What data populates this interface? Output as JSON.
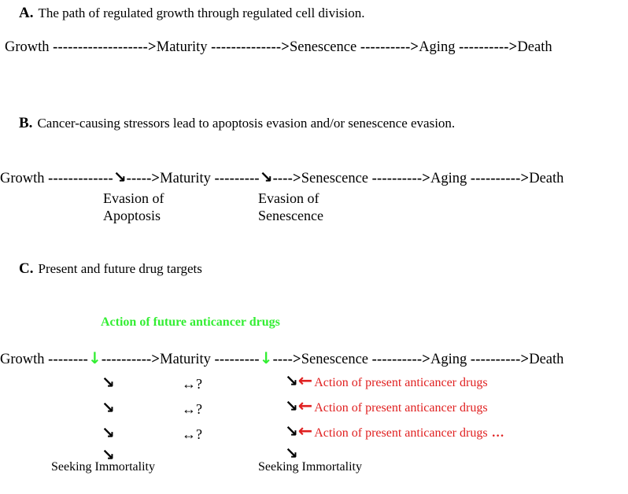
{
  "sectionA": {
    "letter": "A.",
    "title": "The path of regulated growth through regulated cell division.",
    "flow": {
      "t1": "Growth",
      "d1": "------------------->",
      "t2": "Maturity",
      "d2": "-------------->",
      "t3": "Senescence",
      "d3": "---------->",
      "t4": "Aging",
      "d4": "---------->",
      "t5": "Death"
    }
  },
  "sectionB": {
    "letter": "B.",
    "title": "Cancer-causing stressors lead to apoptosis evasion and/or senescence evasion.",
    "flow": {
      "t1": "Growth",
      "d1a": "-------------",
      "a1": "↘",
      "d1b": "----->",
      "t2": "Maturity",
      "d2a": "---------",
      "a2": "↘",
      "d2b": "---->",
      "t3": "Senescence",
      "d3": "---------->",
      "t4": "Aging",
      "d4": "---------->",
      "t5": "Death"
    },
    "evasion1": {
      "line1": "Evasion of",
      "line2": "Apoptosis"
    },
    "evasion2": {
      "line1": "Evasion of",
      "line2": "Senescence"
    }
  },
  "sectionC": {
    "letter": "C.",
    "title": "Present and future drug targets",
    "future_label": "Action of future anticancer drugs",
    "flow": {
      "t1": "Growth",
      "d1a": "--------",
      "g1": "↓",
      "d1b": "---------->",
      "t2": "Maturity",
      "d2a": "---------",
      "g2": "↓",
      "d2b": "---->",
      "t3": "Senescence",
      "d3": "---------->",
      "t4": "Aging",
      "d4": "---------->",
      "t5": "Death"
    },
    "diag_arrow": "↘",
    "bidir": "↔?",
    "red_arrow": "←",
    "present_label": "Action of present anticancer drugs",
    "ellipsis": "…",
    "seeking1": "Seeking Immortality",
    "seeking2": "Seeking Immortality"
  }
}
